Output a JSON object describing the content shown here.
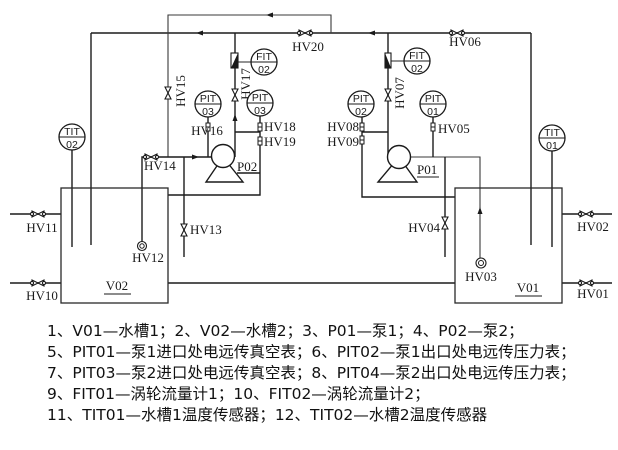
{
  "diagram": {
    "tanks": {
      "v01": "V01",
      "v02": "V02"
    },
    "pumps": {
      "p01": "P01",
      "p02": "P02"
    },
    "valves": {
      "hv01": "HV01",
      "hv02": "HV02",
      "hv03": "HV03",
      "hv04": "HV04",
      "hv05": "HV05",
      "hv06": "HV06",
      "hv07": "HV07",
      "hv08": "HV08",
      "hv09": "HV09",
      "hv10": "HV10",
      "hv11": "HV11",
      "hv12": "HV12",
      "hv13": "HV13",
      "hv14": "HV14",
      "hv15": "HV15",
      "hv16": "HV16",
      "hv17": "HV17",
      "hv18": "HV18",
      "hv19": "HV19",
      "hv20": "HV20"
    },
    "instruments": {
      "fit02_left": {
        "type": "FIT",
        "num": "02"
      },
      "fit02_right": {
        "type": "FIT",
        "num": "02"
      },
      "pit03_left": {
        "type": "PIT",
        "num": "03"
      },
      "pit03_right": {
        "type": "PIT",
        "num": "03"
      },
      "pit02": {
        "type": "PIT",
        "num": "02"
      },
      "pit01": {
        "type": "PIT",
        "num": "01"
      },
      "tit02": {
        "type": "TIT",
        "num": "02"
      },
      "tit01": {
        "type": "TIT",
        "num": "01"
      }
    }
  },
  "legend": {
    "lines": [
      "1、V01—水槽1；2、V02—水槽2；3、P01—泵1；4、P02—泵2；",
      "5、PIT01—泵1进口处电远传真空表；6、PIT02—泵1出口处电远传压力表；",
      "7、PIT03—泵2进口处电远传真空表；8、PIT04—泵2出口处电远传压力表；",
      "9、FIT01—涡轮流量计1；10、FIT02—涡轮流量计2；",
      "11、TIT01—水槽1温度传感器；12、TIT02—水槽2温度传感器"
    ]
  }
}
